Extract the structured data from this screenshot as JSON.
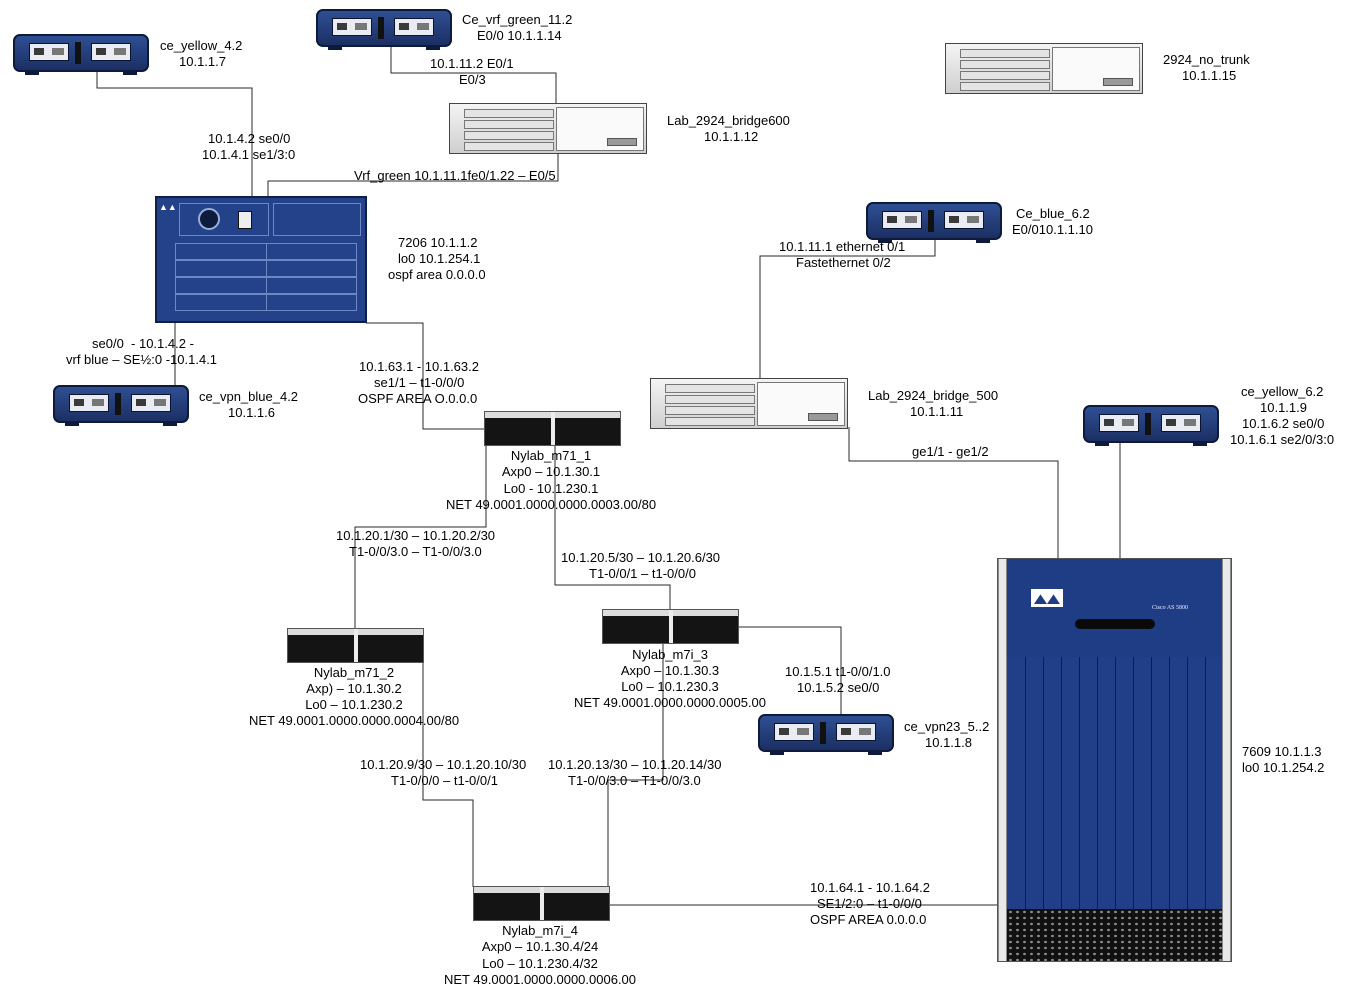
{
  "devices": {
    "ce_yellow_42": {
      "name": "ce_yellow_4.2",
      "ip": "10.1.1.7"
    },
    "ce_vrf_green": {
      "name": "Ce_vrf_green_11.2",
      "ip": "E0/0 10.1.1.14"
    },
    "no_trunk_2924": {
      "name": "2924_no_trunk",
      "ip": "10.1.1.15"
    },
    "bridge600": {
      "name": "Lab_2924_bridge600",
      "ip": "10.1.1.12"
    },
    "r7206": {
      "line1": "7206 10.1.1.2",
      "line2": "lo0 10.1.254.1",
      "line3": "ospf area 0.0.0.0"
    },
    "ce_blue_62": {
      "name": "Ce_blue_6.2",
      "ip": "E0/010.1.1.10"
    },
    "ce_vpn_blue": {
      "name": "ce_vpn_blue_4.2",
      "ip": "10.1.1.6"
    },
    "bridge500": {
      "name": "Lab_2924_bridge_500",
      "ip": "10.1.1.11"
    },
    "ce_yellow_62": {
      "l1": "ce_yellow_6.2",
      "l2": "10.1.1.9",
      "l3": "10.1.6.2 se0/0",
      "l4": "10.1.6.1 se2/0/3:0"
    },
    "m71_1": {
      "l1": "Nylab_m71_1",
      "l2": "Axp0 – 10.1.30.1",
      "l3": "Lo0 - 10.1.230.1",
      "l4": "NET 49.0001.0000.0000.0003.00/80"
    },
    "m71_2": {
      "l1": "Nylab_m71_2",
      "l2": "Axp) – 10.1.30.2",
      "l3": "Lo0 – 10.1.230.2",
      "l4": "NET 49.0001.0000.0000.0004.00/80"
    },
    "m7i_3": {
      "l1": "Nylab_m7i_3",
      "l2": "Axp0 – 10.1.30.3",
      "l3": "Lo0 – 10.1.230.3",
      "l4": "NET 49.0001.0000.0000.0005.00"
    },
    "m7i_4": {
      "l1": "Nylab_m7i_4",
      "l2": "Axp0 – 10.1.30.4/24",
      "l3": "Lo0 – 10.1.230.4/32",
      "l4": "NET 49.0001.0000.0000.0006.00"
    },
    "ce_vpn23": {
      "name": "ce_vpn23_5..2",
      "ip": "10.1.1.8"
    },
    "r7609": {
      "line1": "7609 10.1.1.3",
      "line2": "lo0 10.1.254.2",
      "brand": "Cisco AS 5800"
    }
  },
  "links": {
    "ygreen_e01": "10.1.11.2 E0/1",
    "ygreen_e03": "E0/3",
    "yellow_se": "10.1.4.2 se0/0",
    "yellow_se2": "10.1.4.1 se1/3:0",
    "vrf_green": "Vrf_green 10.1.11.1fe0/1.22 – E0/5",
    "blue62_a": "10.1.11.1 ethernet 0/1",
    "blue62_b": "Fastethernet 0/2",
    "vpnblue_a": "se0/0  - 10.1.4.2 -",
    "vpnblue_b": "vrf blue – SE½:0 -10.1.4.1",
    "m71_a": "10.1.63.1 - 10.1.63.2",
    "m71_b": "se1/1 – t1-0/0/0",
    "m71_c": "OSPF AREA O.0.0.0",
    "ge": "ge1/1 - ge1/2",
    "l12_a": "10.1.20.1/30 – 10.1.20.2/30",
    "l12_b": "T1-0/0/3.0 – T1-0/0/3.0",
    "l13_a": "10.1.20.5/30 – 10.1.20.6/30",
    "l13_b": "T1-0/0/1 – t1-0/0/0",
    "l3vpn_a": "10.1.5.1 t1-0/0/1.0",
    "l3vpn_b": "10.1.5.2 se0/0",
    "l24_a": "10.1.20.9/30 – 10.1.20.10/30",
    "l24_b": "T1-0/0/0 – t1-0/0/1",
    "l34_a": "10.1.20.13/30 – 10.1.20.14/30",
    "l34_b": "T1-0/0/3.0 – T1-0/0/3.0",
    "l4_a": "10.1.64.1 - 10.1.64.2",
    "l4_b": "SE1/2:0 – t1-0/0/0",
    "l4_c": "OSPF AREA 0.0.0.0"
  }
}
